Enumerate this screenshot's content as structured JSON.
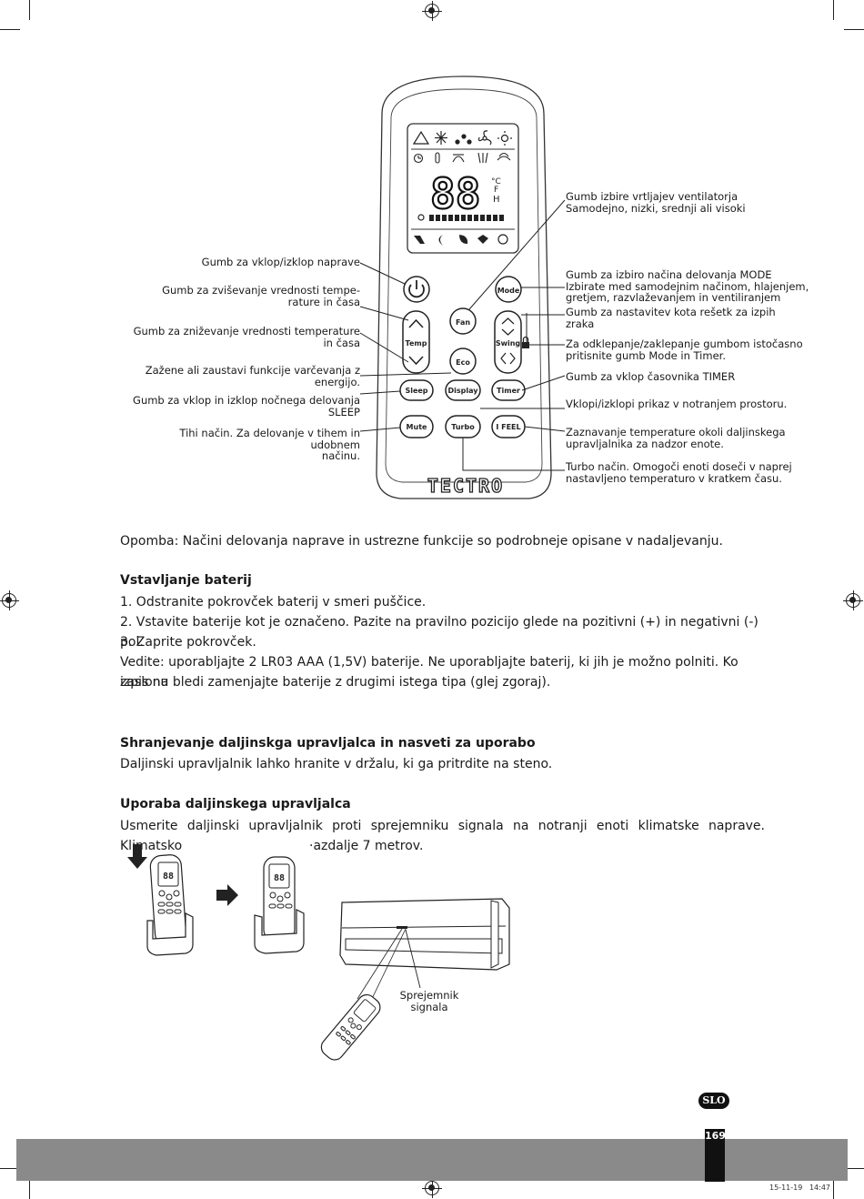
{
  "remote": {
    "brand": "TECTRO",
    "lcd_digits": "88",
    "lcd_unit_c": "°C",
    "lcd_unit_f": "F",
    "lcd_unit_h": "H",
    "buttons": {
      "fan": "Fan",
      "mode": "Mode",
      "temp": "Temp",
      "swing": "Swing",
      "eco": "Eco",
      "sleep": "Sleep",
      "display": "Display",
      "timer": "Timer",
      "mute": "Mute",
      "turbo": "Turbo",
      "ifeel": "I FEEL"
    },
    "left_callouts": {
      "power": "Gumb za vklop/izklop naprave",
      "temp_up": "Gumb za zviševanje vrednosti tempe-\nrature in časa",
      "temp_down": "Gumb za zniževanje vrednosti temperature\nin časa",
      "eco": "Zažene ali zaustavi funkcije varčevanja z\nenergijo.",
      "sleep": "Gumb za vklop in izklop nočnega delovanja\nSLEEP",
      "mute": "Tihi način. Za delovanje v tihem in udobnem\nnačinu."
    },
    "right_callouts": {
      "fan": "Gumb izbire vrtljajev ventilatorja\nSamodejno, nizki, srednji ali visoki",
      "mode": "Gumb za izbiro načina delovanja MODE\nIzbirate med samodejnim načinom, hlajenjem,\ngretjem, razvlaževanjem in ventiliranjem",
      "swing": "Gumb za nastavitev kota rešetk za izpih\nzraka",
      "lock": "Za odklepanje/zaklepanje gumbom istočasno\npritisnite gumb Mode in Timer.",
      "timer": "Gumb za vklop časovnika TIMER",
      "display": "Vklopi/izklopi prikaz v notranjem prostoru.",
      "ifeel": "Zaznavanje temperature okoli daljinskega\nupravljalnika za nadzor enote.",
      "turbo": "Turbo način. Omogoči enoti doseči v naprej\nnastavljeno temperaturo v kratkem času."
    }
  },
  "text": {
    "note": "Opomba: Načini delovanja naprave in ustrezne funkcije so podrobneje opisane v nadaljevanju.",
    "batteries_heading": "Vstavljanje baterij",
    "batteries_step1": "1. Odstranite pokrovček baterij v smeri puščice.",
    "batteries_step2": "2. Vstavite baterije kot je označeno. Pazite na pravilno pozicijo glede na pozitivni (+) in negativni (-) pol.",
    "batteries_step3": "3. Zaprite pokrovček.",
    "batteries_tip_line1": "Vedite: uporabljajte 2 LR03 AAA (1,5V) baterije. Ne uporabljajte baterij, ki jih je možno polniti. Ko izpis na",
    "batteries_tip_line2": "zaslonu bledi zamenjajte baterije z drugimi istega tipa (glej zgoraj).",
    "storage_heading": "Shranjevanje daljinskga upravljalca in nasveti za uporabo",
    "storage_body": "Daljinski upravljalnik lahko hranite v držalu, ki ga pritrdite na steno.",
    "usage_heading": "Uporaba daljinskega upravljalca",
    "usage_line1": "Usmerite daljinski upravljalnik proti sprejemniku signala na notranji enoti klimatske naprave. Klimatsko",
    "usage_line2_fragment": "·azdalje 7 metrov.",
    "receiver_label": "Sprejemnik\nsignala"
  },
  "footer": {
    "language_badge": "SLO",
    "page_number": "169",
    "stamp": "15-11-19   14:47"
  }
}
